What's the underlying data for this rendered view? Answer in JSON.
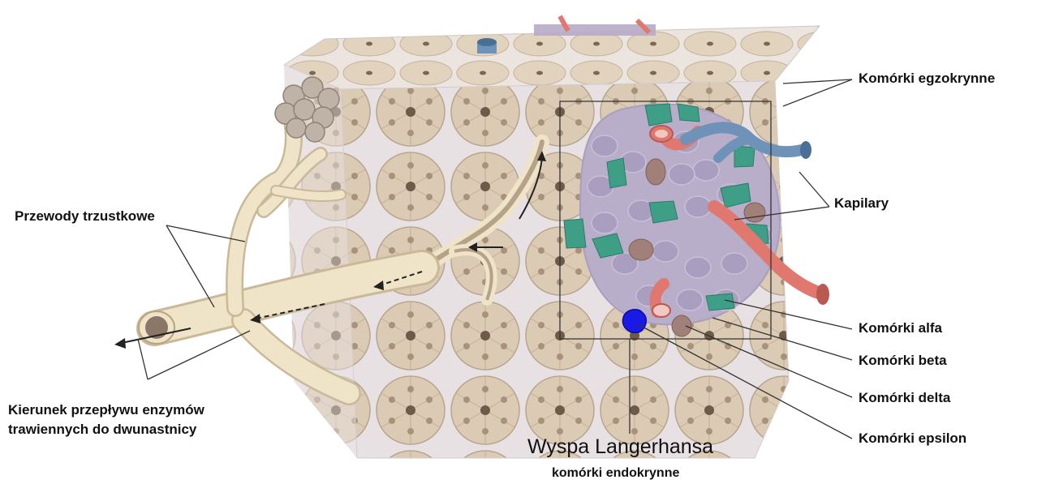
{
  "labels": {
    "exocrine": "Komórki egzokrynne",
    "capillaries": "Kapilary",
    "ducts": "Przewody trzustkowe",
    "flow_line1": "Kierunek przepływu enzymów",
    "flow_line2": "trawiennych do dwunastnicy",
    "alpha": "Komórki alfa",
    "beta": "Komórki beta",
    "delta": "Komórki delta",
    "epsilon": "Komórki epsilon",
    "islet_title": "Wyspa Langerhansa",
    "islet_subtitle": "komórki endokrynne"
  },
  "colors": {
    "tissue_bg": "#e6e0e3",
    "acinus": "#dccbb4",
    "acinus_center": "#6e5a48",
    "duct": "#efe4c8",
    "islet_bg": "#b9aec9",
    "beta_cell": "#a99ebf",
    "alpha_cell": "#3f9e86",
    "delta_cell": "#a08078",
    "epsilon_cell": "#1a1ae6",
    "artery": "#e07870",
    "vein": "#6f93b8",
    "leader": "#333333"
  }
}
